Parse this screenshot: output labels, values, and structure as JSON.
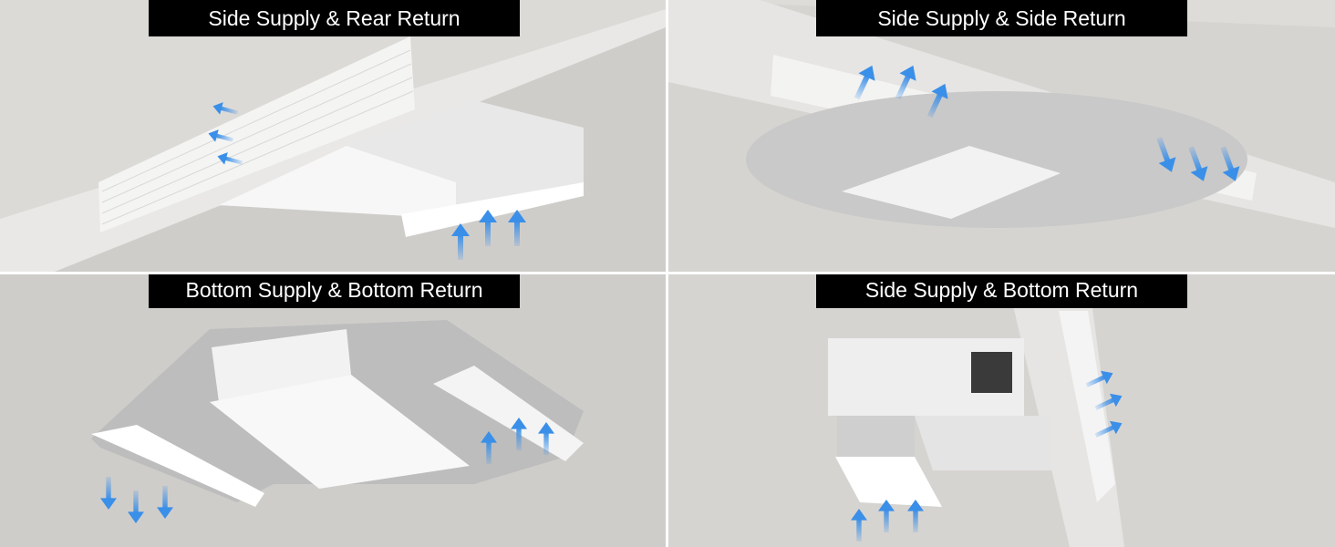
{
  "panels": [
    {
      "title": "Side Supply & Rear Return"
    },
    {
      "title": "Side Supply & Side Return"
    },
    {
      "title": "Bottom Supply & Bottom Return"
    },
    {
      "title": "Side Supply & Bottom Return"
    }
  ],
  "colors": {
    "arrow": "#3a8fe8",
    "label_bg": "#000000",
    "label_text": "#ffffff",
    "wall": "#d9d8d5"
  }
}
